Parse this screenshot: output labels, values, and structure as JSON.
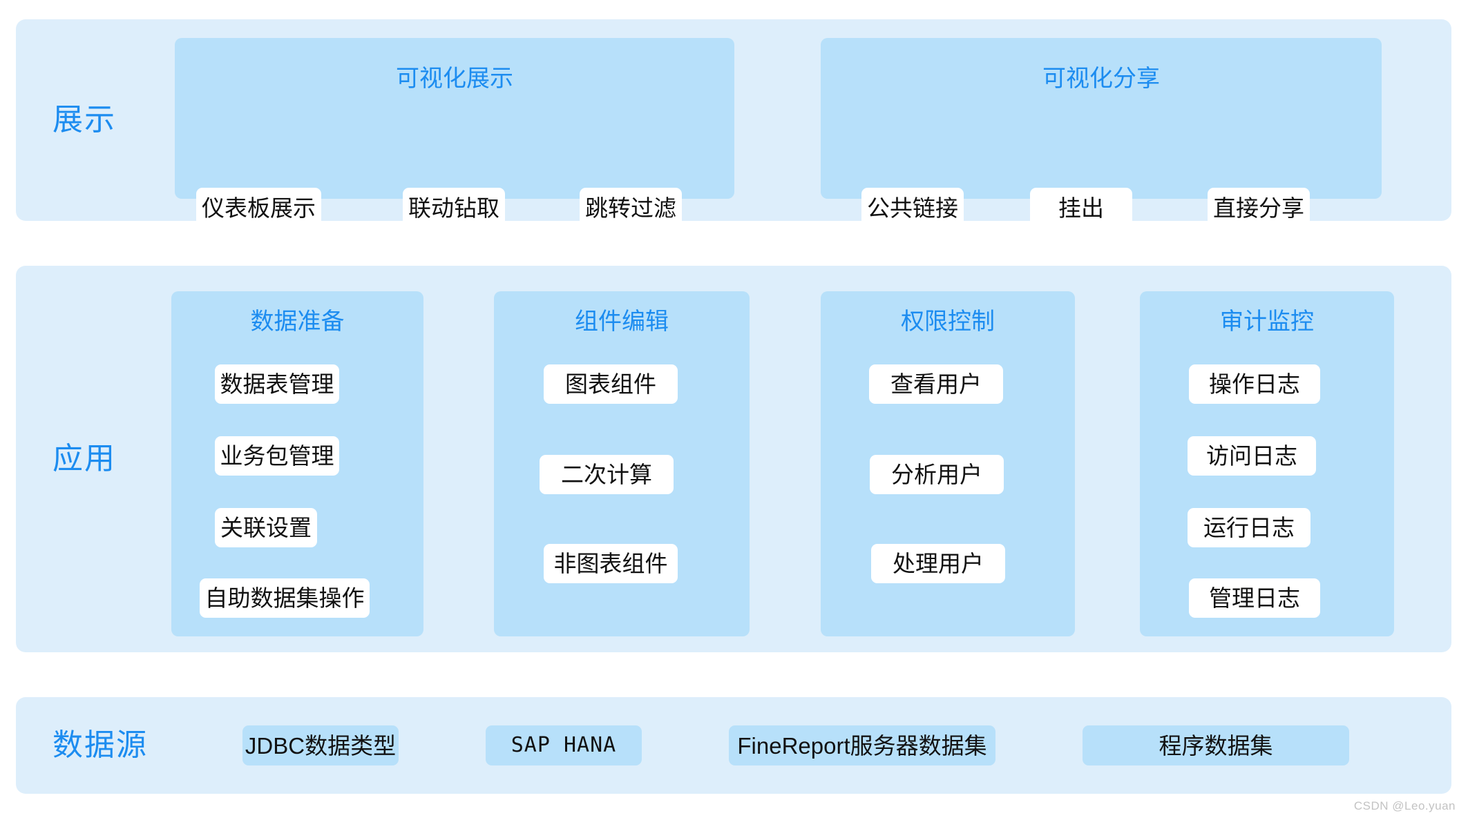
{
  "watermark": "CSDN @Leo.yuan",
  "colors": {
    "band": "#ddeefb",
    "group": "#b7e0fa",
    "pill": "#ffffff",
    "accent_text": "#1c8cf0",
    "body_text": "#121212",
    "watermark_text": "#c3c3c3"
  },
  "rows": [
    {
      "label": "展示",
      "groups": [
        {
          "title": "可视化展示",
          "items": [
            "仪表板展示",
            "联动钻取",
            "跳转过滤"
          ]
        },
        {
          "title": "可视化分享",
          "items": [
            "公共链接",
            "挂出",
            "直接分享"
          ]
        }
      ]
    },
    {
      "label": "应用",
      "groups": [
        {
          "title": "数据准备",
          "items": [
            "数据表管理",
            "业务包管理",
            "关联设置",
            "自助数据集操作"
          ]
        },
        {
          "title": "组件编辑",
          "items": [
            "图表组件",
            "二次计算",
            "非图表组件"
          ]
        },
        {
          "title": "权限控制",
          "items": [
            "查看用户",
            "分析用户",
            "处理用户"
          ]
        },
        {
          "title": "审计监控",
          "items": [
            "操作日志",
            "访问日志",
            "运行日志",
            "管理日志"
          ]
        }
      ]
    },
    {
      "label": "数据源",
      "items": [
        "JDBC数据类型",
        "SAP HANA",
        "FineReport服务器数据集",
        "程序数据集"
      ]
    }
  ]
}
